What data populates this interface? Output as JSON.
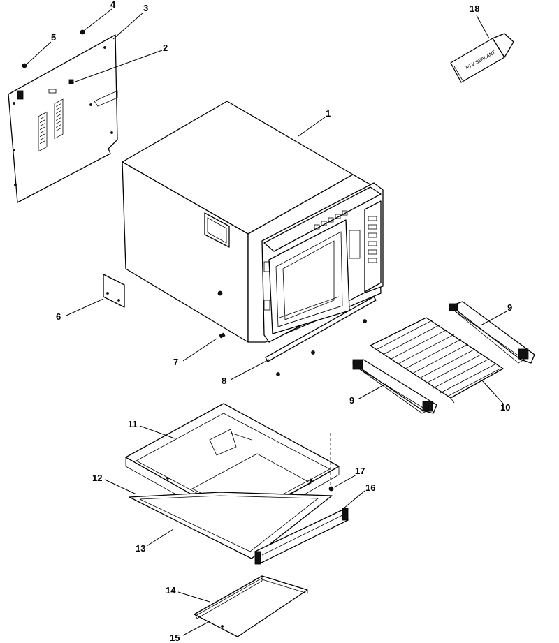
{
  "callouts": {
    "c1": "1",
    "c2": "2",
    "c3": "3",
    "c4": "4",
    "c5": "5",
    "c6": "6",
    "c7": "7",
    "c8": "8",
    "c9a": "9",
    "c9b": "9",
    "c10": "10",
    "c11": "11",
    "c12": "12",
    "c13": "13",
    "c14": "14",
    "c15": "15",
    "c16": "16",
    "c17": "17",
    "c18": "18"
  },
  "tube_label": "RTV SEALANT"
}
